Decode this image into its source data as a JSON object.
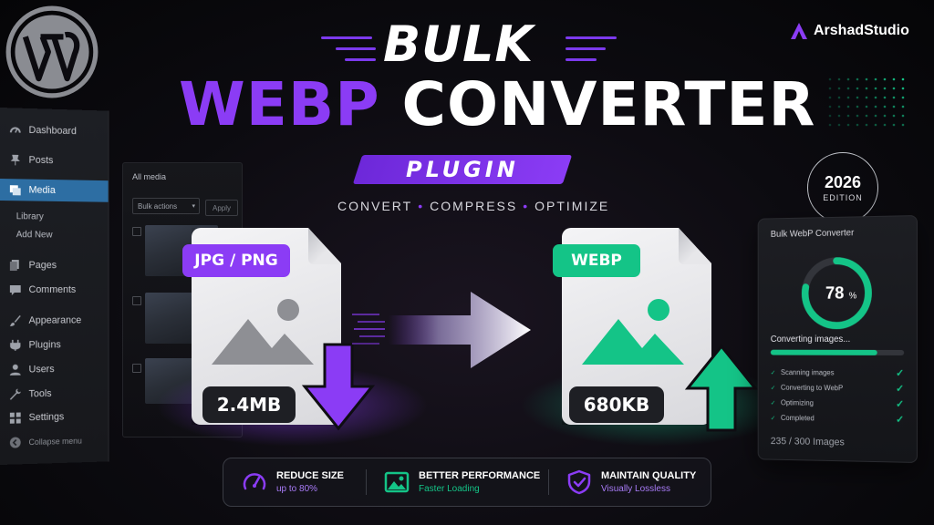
{
  "headline": {
    "line1": "BULK",
    "word_accent": "WEBP",
    "word_main": "CONVERTER",
    "banner": "PLUGIN",
    "tagline": [
      "CONVERT",
      "COMPRESS",
      "OPTIMIZE"
    ]
  },
  "brand": {
    "name": "ArshadStudio",
    "icon": "triangle-logo-icon"
  },
  "edition": {
    "year": "2026",
    "label": "EDITION"
  },
  "sidebar": {
    "items": [
      {
        "label": "Dashboard",
        "icon": "gauge-icon"
      },
      {
        "label": "Posts",
        "icon": "pin-icon"
      },
      {
        "label": "Media",
        "icon": "media-icon",
        "active": true
      },
      {
        "label": "Pages",
        "icon": "pages-icon"
      },
      {
        "label": "Comments",
        "icon": "comment-icon"
      },
      {
        "label": "Appearance",
        "icon": "brush-icon"
      },
      {
        "label": "Plugins",
        "icon": "plug-icon"
      },
      {
        "label": "Users",
        "icon": "user-icon"
      },
      {
        "label": "Tools",
        "icon": "wrench-icon"
      },
      {
        "label": "Settings",
        "icon": "settings-icon"
      },
      {
        "label": "Collapse menu",
        "icon": "collapse-icon"
      }
    ],
    "submenu": [
      "Library",
      "Add New"
    ]
  },
  "media_panel": {
    "title": "All media",
    "bulk_select": "Bulk actions",
    "apply_label": "Apply"
  },
  "source_file": {
    "badge": "JPG / PNG",
    "size": "2.4MB"
  },
  "target_file": {
    "badge": "WEBP",
    "size": "680KB"
  },
  "progress_panel": {
    "title": "Bulk WebP Converter",
    "percent": 78,
    "percent_label": "78",
    "percent_unit": "%",
    "status": "Converting images...",
    "bar_fraction": 0.8,
    "steps": [
      "Scanning images",
      "Converting to WebP",
      "Optimizing",
      "Completed"
    ],
    "count": "235 / 300 Images"
  },
  "features": [
    {
      "title": "REDUCE SIZE",
      "subtitle": "up to 80%",
      "icon": "speedometer-icon"
    },
    {
      "title": "BETTER PERFORMANCE",
      "subtitle": "Faster Loading",
      "icon": "image-icon"
    },
    {
      "title": "MAINTAIN QUALITY",
      "subtitle": "Visually Lossless",
      "icon": "shield-check-icon"
    }
  ],
  "colors": {
    "purple": "#8b3cf5",
    "green": "#14c487",
    "wp_blue": "#2d6ea3"
  }
}
